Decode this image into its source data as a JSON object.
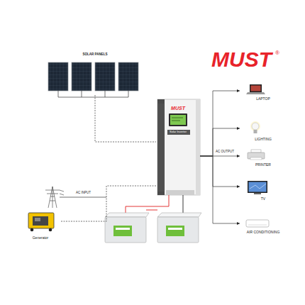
{
  "diagram": {
    "nodes": [
      {
        "text": [
          "SOLAR PANELS"
        ]
      },
      {
        "text": [
          "MUST",
          "Solar Inverter"
        ]
      },
      {
        "text": [
          "LAPTOP"
        ]
      },
      {
        "text": [
          "LIGHTING"
        ]
      },
      {
        "text": [
          "PRINTER"
        ]
      },
      {
        "text": [
          "TV"
        ]
      },
      {
        "text": [
          "AIR CONDITIONING"
        ]
      },
      {
        "text": [
          "Generator"
        ]
      }
    ],
    "edges": [
      {
        "from": 0,
        "to": 1,
        "arrow": "none"
      },
      {
        "from": 1,
        "to": 2,
        "arrow": "to"
      },
      {
        "from": 1,
        "to": 3,
        "arrow": "to"
      },
      {
        "from": 1,
        "to": 4,
        "arrow": "to"
      },
      {
        "from": 1,
        "to": 5,
        "arrow": "to"
      },
      {
        "from": 1,
        "to": 6,
        "arrow": "to"
      },
      {
        "from": 7,
        "to": 1,
        "arrow": "none"
      }
    ],
    "labels": [
      "MUST",
      "®",
      "AC OUTPUT",
      "AC INPUT"
    ]
  }
}
